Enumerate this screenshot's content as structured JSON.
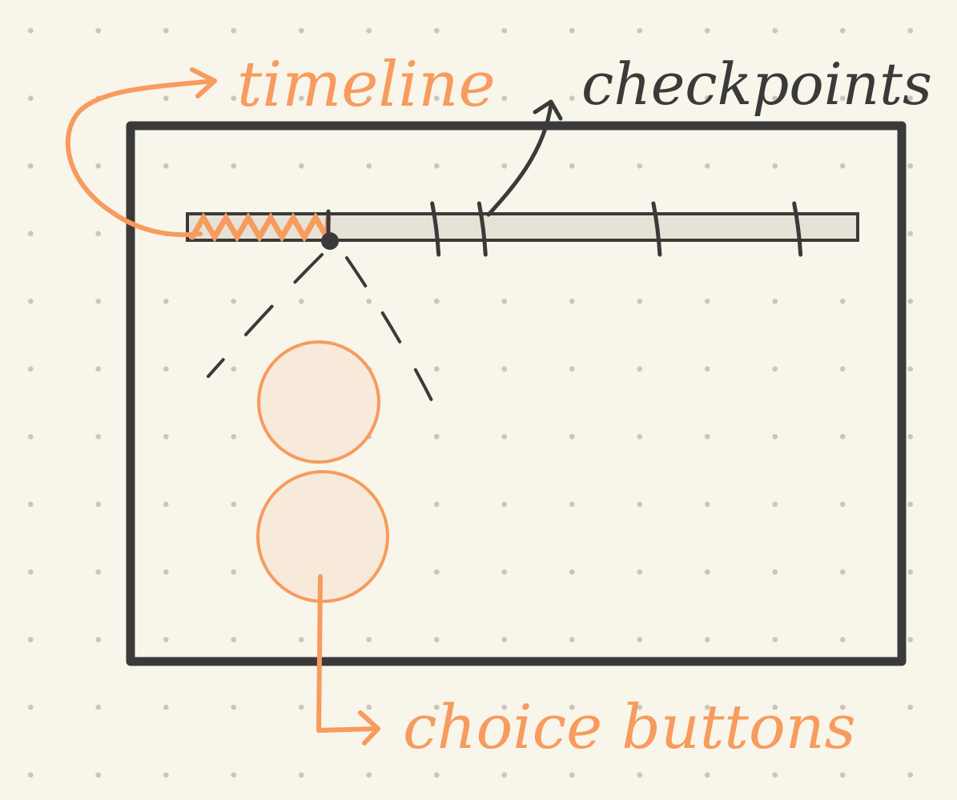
{
  "labels": {
    "timeline": "timeline",
    "checkpoints": "checkpoints",
    "choice_buttons": "choice buttons"
  },
  "timeline": {
    "progress_fraction": 0.21,
    "checkpoint_fractions": [
      0.37,
      0.44,
      0.7,
      0.91
    ]
  },
  "choice_buttons_count": 2,
  "colors": {
    "ink": "#3a3a3a",
    "accent": "#f79b5e",
    "track_fill": "#e6e2d6",
    "button_fill": "#f7eadb",
    "paper": "#f8f5ea"
  },
  "icons": [
    "arrow-icon",
    "playhead-icon"
  ]
}
